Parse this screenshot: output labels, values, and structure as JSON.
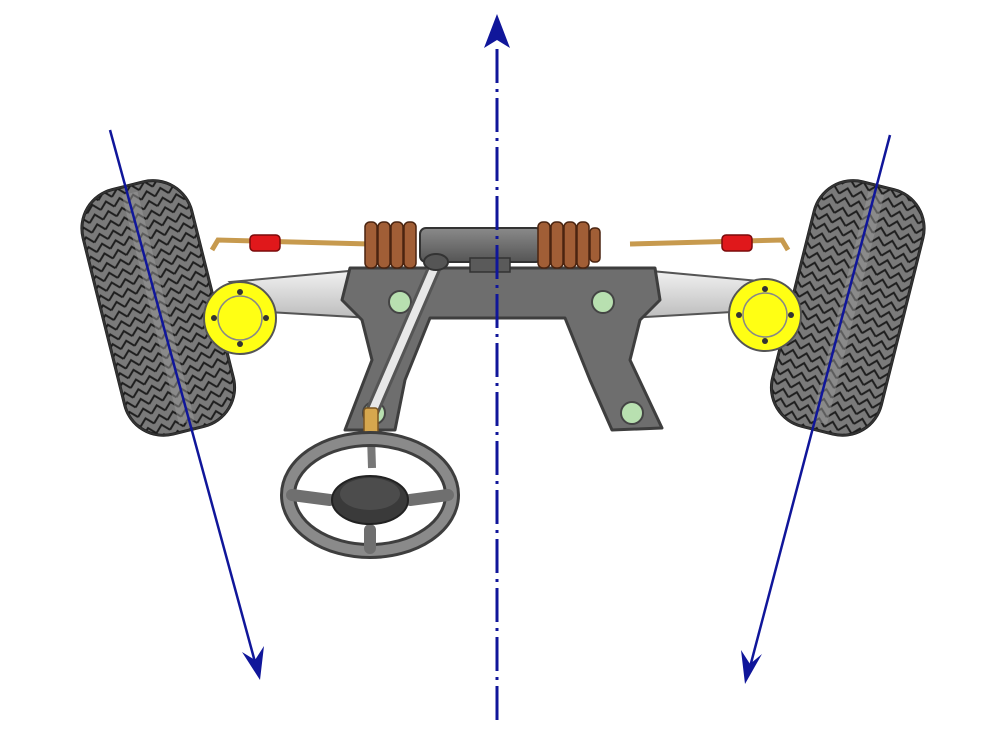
{
  "figure": {
    "colors": {
      "background": "#ffffff",
      "axis_line": "#10169a",
      "frame": "#6d6d6d",
      "frame_edge": "#3e3e3e",
      "tire": "#6c6c6c",
      "tire_dark": "#2b2b2b",
      "hub": "#ffff14",
      "boot": "#9c5a35",
      "tie_rod": "#d9b36a",
      "tie_rod_end": "#e0181b",
      "control_arm": "#d8d8d8",
      "bushing": "#b8e0b0",
      "steering_wheel": "#6f6f6f"
    },
    "parts": [
      "centerline-axis",
      "left-wheel-axis",
      "right-wheel-axis",
      "left-tire",
      "right-tire",
      "left-hub",
      "right-hub",
      "steering-rack",
      "rack-boots",
      "tie-rods",
      "control-arms",
      "subframe",
      "steering-column",
      "steering-wheel"
    ],
    "description_note": ""
  }
}
